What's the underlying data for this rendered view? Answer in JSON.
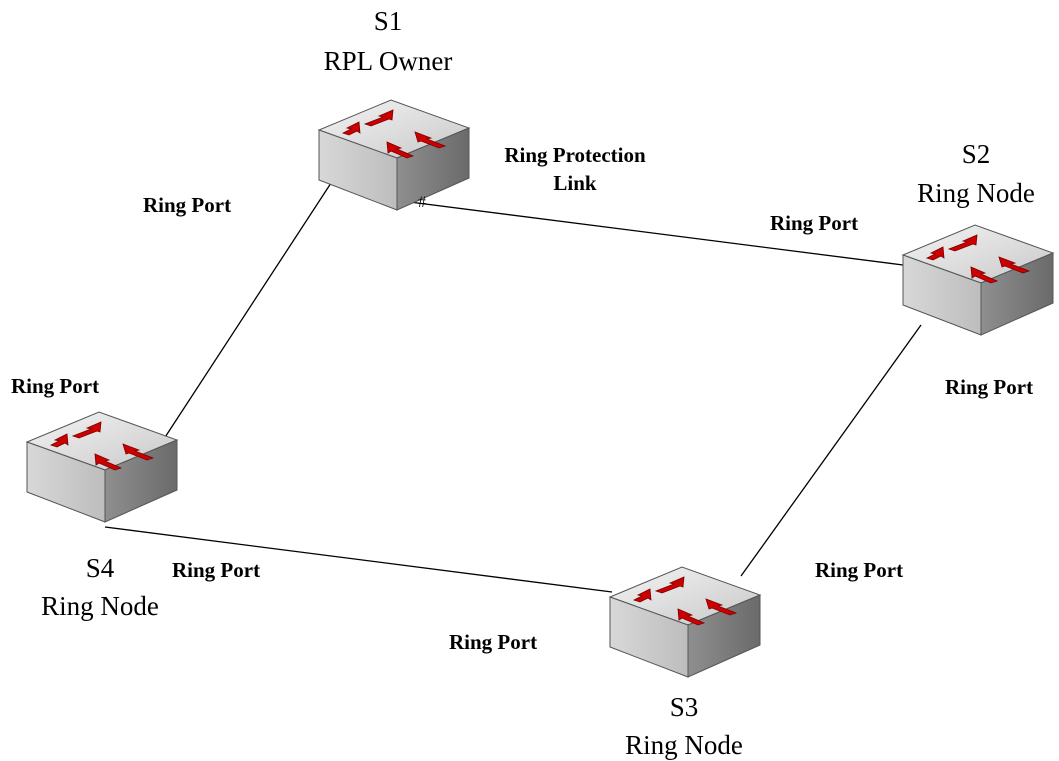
{
  "nodes": {
    "s1": {
      "name": "S1",
      "role": "RPL Owner"
    },
    "s2": {
      "name": "S2",
      "role": "Ring Node"
    },
    "s3": {
      "name": "S3",
      "role": "Ring Node"
    },
    "s4": {
      "name": "S4",
      "role": "Ring Node"
    }
  },
  "labels": {
    "rpl_line1": "Ring Protection",
    "rpl_line2": "Link",
    "rpl_block_mark": "#",
    "port_s1_to_s4": "Ring Port",
    "port_s2_to_s1": "Ring Port",
    "port_s2_to_s3": "Ring Port",
    "port_s3_to_s2": "Ring Port",
    "port_s3_to_s4": "Ring Port",
    "port_s4_to_s1": "Ring Port",
    "port_s4_to_s3": "Ring Port"
  },
  "colors": {
    "switch_top": "#e6e6e6",
    "switch_side": "#a9a9a9",
    "switch_front": "#cfcfcf",
    "arrow": "#cc0000"
  },
  "icons": [
    "switch-icon"
  ]
}
